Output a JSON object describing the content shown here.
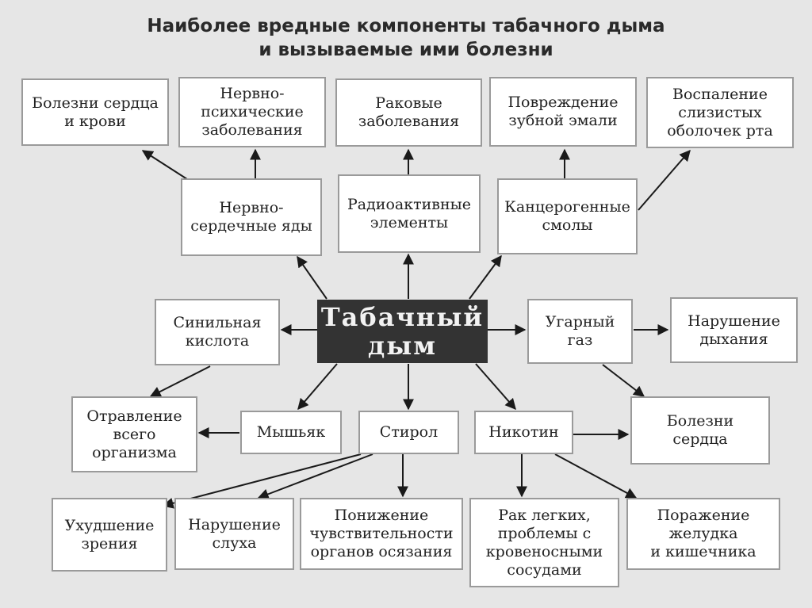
{
  "title": {
    "line1": "Наиболее вредные компоненты табачного дыма",
    "line2": "и вызываемые ими болезни"
  },
  "center": "Табачный\nдым",
  "components": {
    "neuro_cardiac_poisons": "Нервно-\nсердечные яды",
    "radioactive": "Радиоактивные\nэлементы",
    "carcinogenic_tars": "Канцерогенные\nсмолы",
    "hydrocyanic_acid": "Синильная\nкислота",
    "carbon_monoxide": "Угарный\nгаз",
    "arsenic": "Мышьяк",
    "styrene": "Стирол",
    "nicotine": "Никотин"
  },
  "diseases": {
    "heart_blood": "Болезни сердца\nи крови",
    "neuropsychic": "Нервно-\nпсихические\nзаболевания",
    "cancer": "Раковые\nзаболевания",
    "enamel": "Повреждение\nзубной эмали",
    "mucosa": "Воспаление\nслизистых\nоболочек рта",
    "breathing": "Нарушение\nдыхания",
    "poisoning": "Отравление\nвсего\nорганизма",
    "heart": "Болезни\nсердца",
    "vision": "Ухудшение\nзрения",
    "hearing": "Нарушение\nслуха",
    "touch": "Понижение\nчувствительности\nорганов осязания",
    "lung": "Рак легких,\nпроблемы с\nкровеносными\nсосудами",
    "stomach": "Поражение\nжелудка\nи кишечника"
  }
}
